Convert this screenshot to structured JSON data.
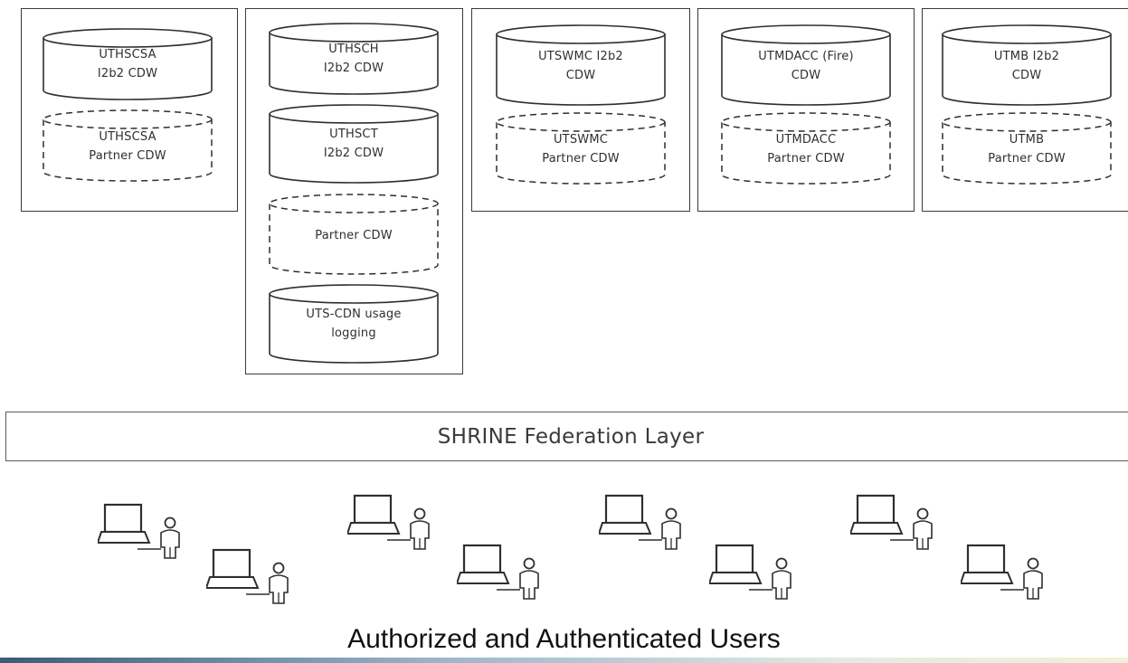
{
  "sites": [
    {
      "databases": [
        {
          "type": "solid",
          "lines": [
            "UTHSCSA",
            "I2b2 CDW"
          ]
        },
        {
          "type": "dashed",
          "lines": [
            "UTHSCSA",
            "Partner CDW"
          ]
        }
      ]
    },
    {
      "databases": [
        {
          "type": "solid",
          "lines": [
            "UTHSCH",
            "I2b2 CDW"
          ]
        },
        {
          "type": "solid",
          "lines": [
            "UTHSCT",
            "I2b2 CDW"
          ]
        },
        {
          "type": "dashed",
          "lines": [
            "Partner CDW"
          ]
        },
        {
          "type": "solid",
          "lines": [
            "UTS-CDN usage",
            "logging"
          ]
        }
      ]
    },
    {
      "databases": [
        {
          "type": "solid",
          "lines": [
            "UTSWMC I2b2",
            "CDW"
          ]
        },
        {
          "type": "dashed",
          "lines": [
            "UTSWMC",
            "Partner CDW"
          ]
        }
      ]
    },
    {
      "databases": [
        {
          "type": "solid",
          "lines": [
            "UTMDACC (Fire)",
            "CDW"
          ]
        },
        {
          "type": "dashed",
          "lines": [
            "UTMDACC",
            "Partner CDW"
          ]
        }
      ]
    },
    {
      "databases": [
        {
          "type": "solid",
          "lines": [
            "UTMB I2b2",
            "CDW"
          ]
        },
        {
          "type": "dashed",
          "lines": [
            "UTMB",
            "Partner CDW"
          ]
        }
      ]
    }
  ],
  "federation_layer": {
    "label": "SHRINE Federation Layer"
  },
  "users": {
    "icon": "laptop-user-icon",
    "station_count": 8,
    "caption": "Authorized and Authenticated Users"
  }
}
